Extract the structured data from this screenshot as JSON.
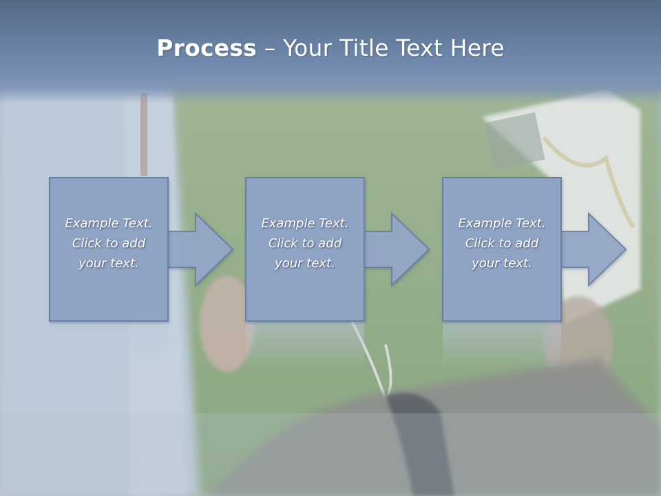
{
  "slide": {
    "title_bold": "Process",
    "title_rest": " – Your Title Text Here"
  },
  "process": {
    "steps": [
      {
        "line1": "Example Text.",
        "line2": "Click  to add",
        "line3": "your text."
      },
      {
        "line1": "Example Text.",
        "line2": "Click  to add",
        "line3": "your text."
      },
      {
        "line1": "Example Text.",
        "line2": "Click  to add",
        "line3": "your text."
      }
    ]
  },
  "colors": {
    "title_band": "#6d86aa",
    "box_fill": "#8fa3c4",
    "box_stroke": "#6a7fa3",
    "text": "#ffffff"
  }
}
